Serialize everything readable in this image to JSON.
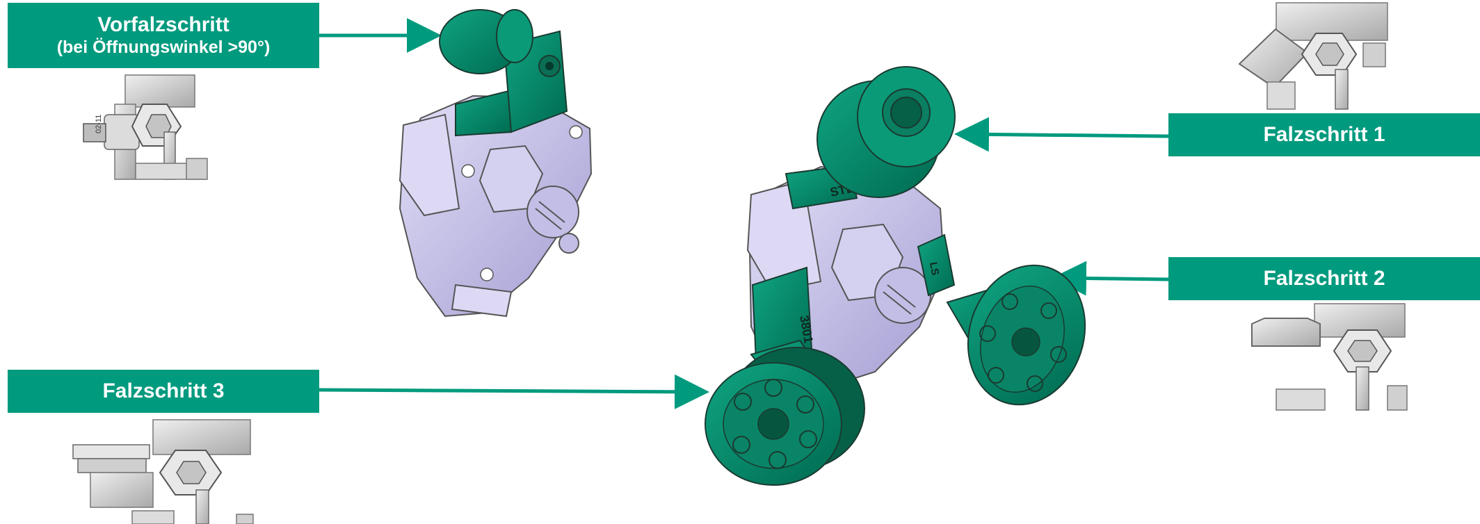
{
  "labels": {
    "vorfalz": {
      "title": "Vorfalzschritt",
      "subtitle": "(bei Öffnungswinkel >90°)"
    },
    "falz1": {
      "title": "Falzschritt 1"
    },
    "falz2": {
      "title": "Falzschritt 2"
    },
    "falz3": {
      "title": "Falzschritt 3"
    }
  },
  "part_markings": {
    "thumb_marking": "02-11",
    "step_marking": "STEP",
    "side_marking": "3801",
    "tab_marking": "LS"
  },
  "colors": {
    "label_bg": "#009a7e",
    "label_text": "#ffffff",
    "arrow": "#009a7e",
    "roller_green": "#007a5e",
    "roller_green_light": "#0b9a78",
    "plate_lavender": "#c8c4ec",
    "plate_lavender_dark": "#9e98cc",
    "thumb_gray": "#c8c8c8"
  }
}
